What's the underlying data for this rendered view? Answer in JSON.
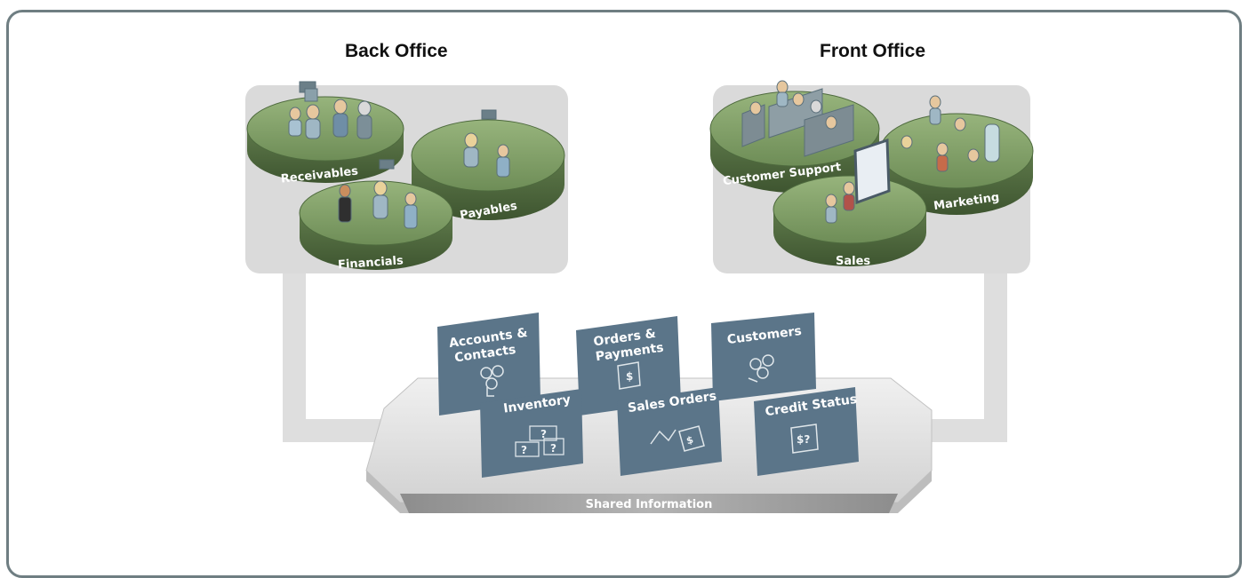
{
  "back_office": {
    "title": "Back Office",
    "departments": [
      "Receivables",
      "Payables",
      "Financials"
    ]
  },
  "front_office": {
    "title": "Front Office",
    "departments": [
      "Customer Support",
      "Marketing",
      "Sales"
    ]
  },
  "shared": {
    "label": "Shared Information",
    "cards": [
      {
        "line1": "Accounts &",
        "line2": "Contacts",
        "icon": "people-group-icon"
      },
      {
        "line1": "Orders &",
        "line2": "Payments",
        "icon": "dollar-document-icon",
        "symbol": "$"
      },
      {
        "line1": "Customers",
        "line2": "",
        "icon": "people-group-icon"
      },
      {
        "line1": "Inventory",
        "line2": "",
        "icon": "question-boxes-icon",
        "symbols": [
          "?",
          "?",
          "?"
        ]
      },
      {
        "line1": "Sales Orders",
        "line2": "",
        "icon": "sales-graph-icon",
        "symbol": "$"
      },
      {
        "line1": "Credit Status",
        "line2": "",
        "icon": "credit-document-icon",
        "symbol": "$?"
      }
    ]
  },
  "colors": {
    "frame_border": "#6f7e82",
    "office_panel": "#d9d9d9",
    "disc_top": "#7a9a62",
    "disc_side": "#5a7548",
    "card": "#5a7488",
    "platform": "#dcdcdc",
    "connector": "#dedede"
  }
}
